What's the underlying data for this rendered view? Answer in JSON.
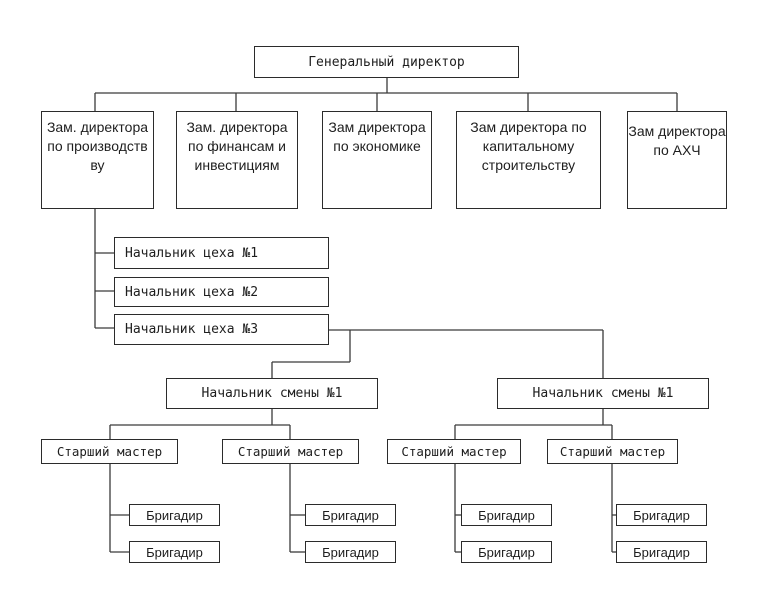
{
  "general_director": "Генеральный директор",
  "deputies": [
    "Зам. директора по производств ву",
    "Зам. директора по финансам и инвестициям",
    "Зам директора по экономике",
    "Зам директора по капитальному строительству",
    "Зам директора по АХЧ"
  ],
  "shop_heads": [
    "Начальник цеха №1",
    "Начальник цеха №2",
    "Начальник цеха №3"
  ],
  "shift_heads": [
    "Начальник смены №1",
    "Начальник смены №1"
  ],
  "senior_master": "Старший мастер",
  "foreman": "Бригадир"
}
